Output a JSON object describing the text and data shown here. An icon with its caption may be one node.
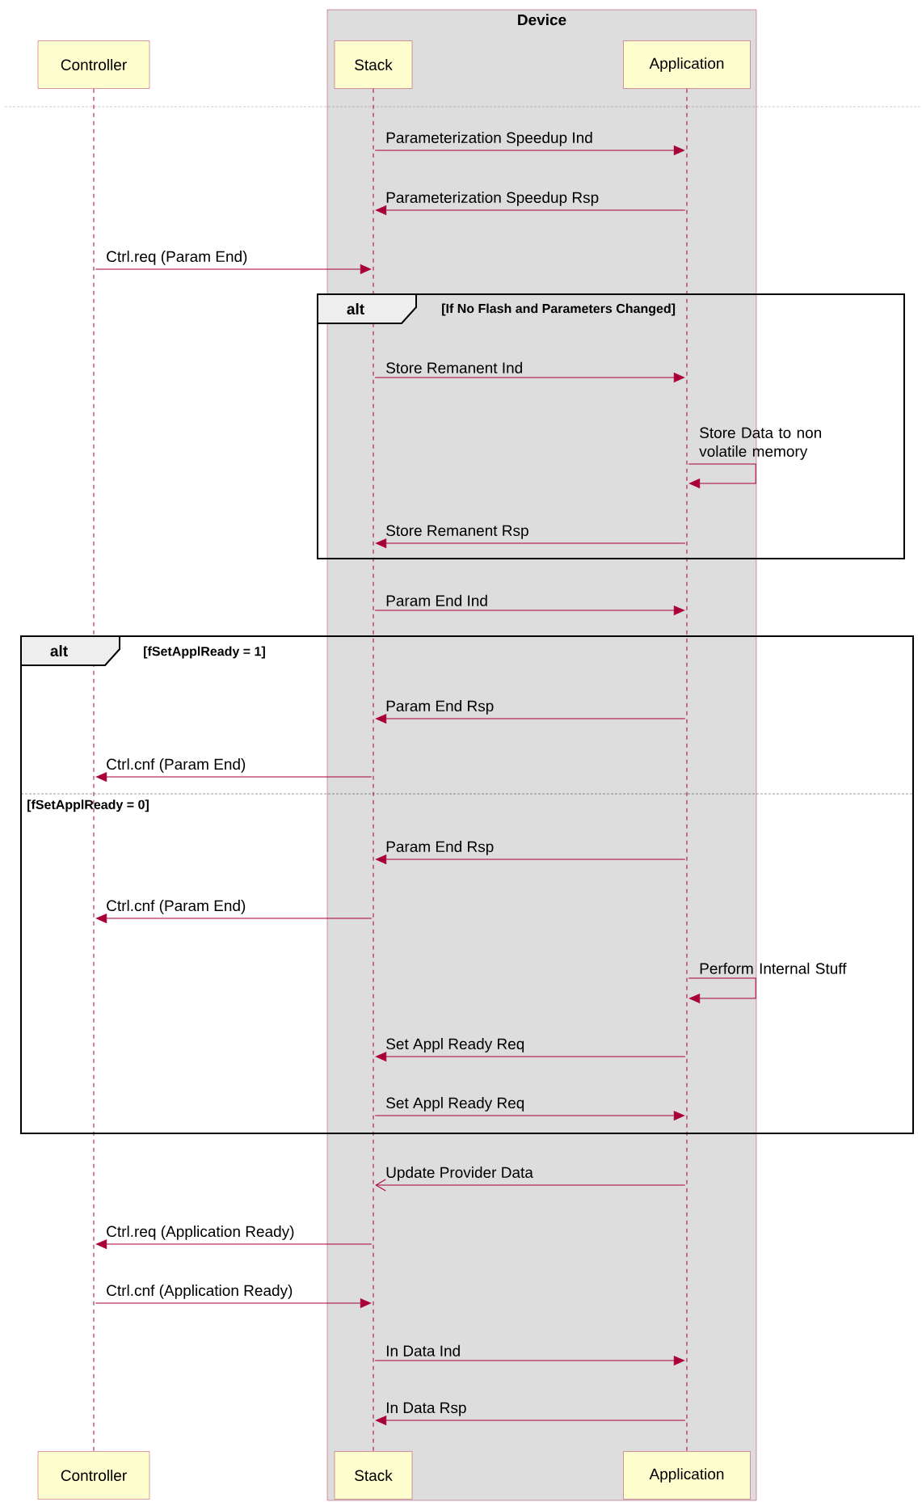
{
  "diagram": {
    "nodes": [
      {
        "text": [
          "Device"
        ]
      },
      {
        "text": [
          "Controller"
        ]
      },
      {
        "text": [
          "Stack"
        ],
        "in": 0
      },
      {
        "text": [
          "Application"
        ],
        "in": 0
      },
      {
        "text": [
          "Controller"
        ]
      },
      {
        "text": [
          "Stack"
        ],
        "in": 0
      },
      {
        "text": [
          "Application"
        ],
        "in": 0
      },
      {
        "text": [],
        "shape": "bar"
      },
      {
        "text": [],
        "shape": "bar",
        "in": 0
      },
      {
        "text": [],
        "shape": "bar",
        "in": 0
      }
    ],
    "edges": [
      {
        "from": 8,
        "to": 9,
        "arrow": "to",
        "label": "Parameterization Speedup Ind"
      },
      {
        "from": 9,
        "to": 8,
        "arrow": "to",
        "label": "Parameterization Speedup Rsp"
      },
      {
        "from": 7,
        "to": 8,
        "arrow": "to",
        "label": "Ctrl.req (Param End)"
      },
      {
        "from": 8,
        "to": 9,
        "arrow": "to",
        "label": "Store Remanent Ind"
      },
      {
        "from": 9,
        "to": 9,
        "arrow": "to",
        "label": "Store Data to non volatile memory"
      },
      {
        "from": 9,
        "to": 8,
        "arrow": "to",
        "label": "Store Remanent Rsp"
      },
      {
        "from": 8,
        "to": 9,
        "arrow": "to",
        "label": "Param End Ind"
      },
      {
        "from": 9,
        "to": 8,
        "arrow": "to",
        "label": "Param End Rsp"
      },
      {
        "from": 8,
        "to": 7,
        "arrow": "to",
        "label": "Ctrl.cnf (Param End)"
      },
      {
        "from": 9,
        "to": 8,
        "arrow": "to",
        "label": "Param End Rsp"
      },
      {
        "from": 8,
        "to": 7,
        "arrow": "to",
        "label": "Ctrl.cnf (Param End)"
      },
      {
        "from": 9,
        "to": 9,
        "arrow": "to",
        "label": "Perform Internal Stuff"
      },
      {
        "from": 9,
        "to": 8,
        "arrow": "to",
        "label": "Set Appl Ready Req"
      },
      {
        "from": 8,
        "to": 9,
        "arrow": "to",
        "label": "Set Appl Ready Req"
      },
      {
        "from": 9,
        "to": 8,
        "arrow": "to",
        "label": "Update Provider Data"
      },
      {
        "from": 8,
        "to": 7,
        "arrow": "to",
        "label": "Ctrl.req (Application Ready)"
      },
      {
        "from": 7,
        "to": 8,
        "arrow": "to",
        "label": "Ctrl.cnf (Application Ready)"
      },
      {
        "from": 8,
        "to": 9,
        "arrow": "to",
        "label": "In Data Ind"
      },
      {
        "from": 9,
        "to": 8,
        "arrow": "to",
        "label": "In Data Rsp"
      }
    ],
    "labels": [
      "alt",
      "[If No Flash and Parameters Changed]",
      "alt",
      "[fSetApplReady = 1]",
      "[fSetApplReady = 0]"
    ]
  }
}
